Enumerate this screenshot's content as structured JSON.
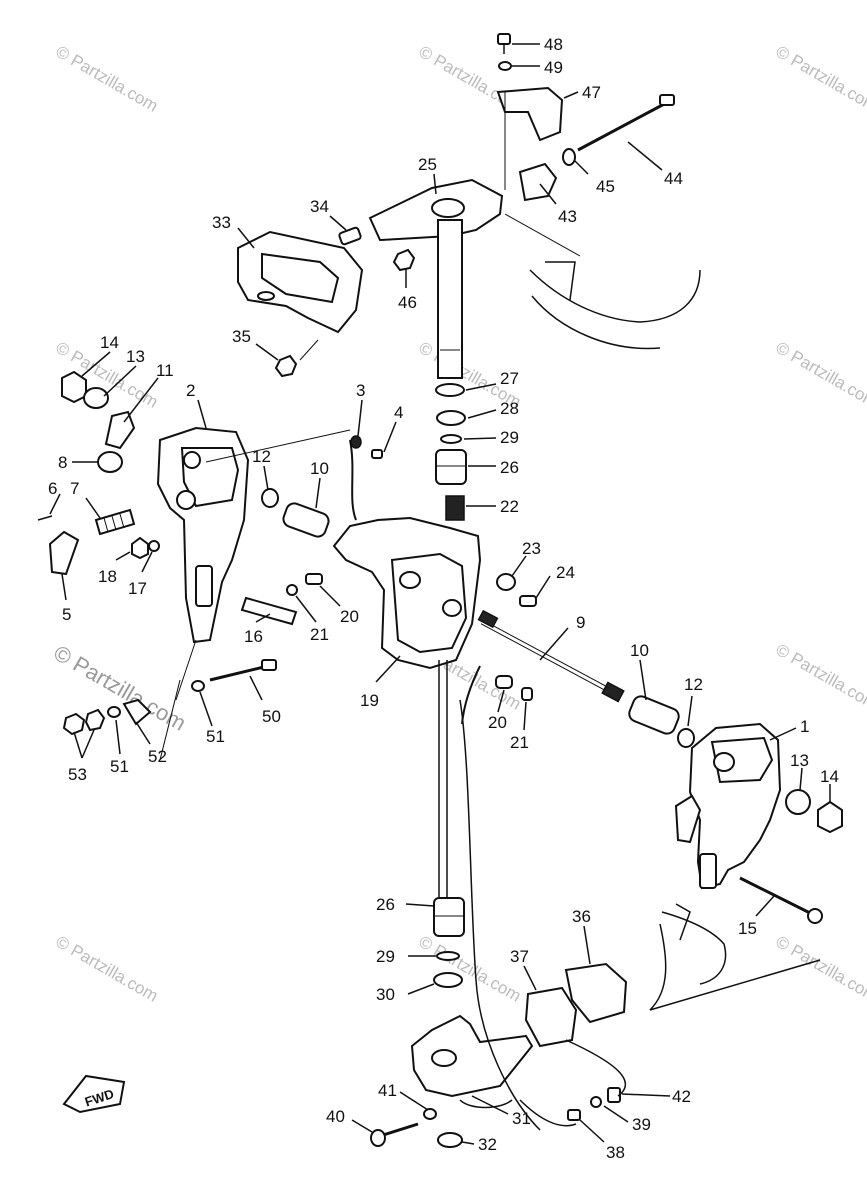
{
  "watermark": {
    "text": "© Partzilla.com",
    "color": "#bbbbbb"
  },
  "fwd_label": "FWD",
  "callouts": [
    {
      "id": "c48",
      "label": "48"
    },
    {
      "id": "c49",
      "label": "49"
    },
    {
      "id": "c47",
      "label": "47"
    },
    {
      "id": "c44",
      "label": "44"
    },
    {
      "id": "c45",
      "label": "45"
    },
    {
      "id": "c43",
      "label": "43"
    },
    {
      "id": "c25",
      "label": "25"
    },
    {
      "id": "c34",
      "label": "34"
    },
    {
      "id": "c33",
      "label": "33"
    },
    {
      "id": "c46",
      "label": "46"
    },
    {
      "id": "c35",
      "label": "35"
    },
    {
      "id": "c14a",
      "label": "14"
    },
    {
      "id": "c13a",
      "label": "13"
    },
    {
      "id": "c11",
      "label": "11"
    },
    {
      "id": "c2",
      "label": "2"
    },
    {
      "id": "c3",
      "label": "3"
    },
    {
      "id": "c4",
      "label": "4"
    },
    {
      "id": "c27",
      "label": "27"
    },
    {
      "id": "c28",
      "label": "28"
    },
    {
      "id": "c29a",
      "label": "29"
    },
    {
      "id": "c26a",
      "label": "26"
    },
    {
      "id": "c22",
      "label": "22"
    },
    {
      "id": "c8",
      "label": "8"
    },
    {
      "id": "c6",
      "label": "6"
    },
    {
      "id": "c7",
      "label": "7"
    },
    {
      "id": "c12a",
      "label": "12"
    },
    {
      "id": "c10a",
      "label": "10"
    },
    {
      "id": "c18",
      "label": "18"
    },
    {
      "id": "c17",
      "label": "17"
    },
    {
      "id": "c5",
      "label": "5"
    },
    {
      "id": "c23",
      "label": "23"
    },
    {
      "id": "c24",
      "label": "24"
    },
    {
      "id": "c20a",
      "label": "20"
    },
    {
      "id": "c21a",
      "label": "21"
    },
    {
      "id": "c16",
      "label": "16"
    },
    {
      "id": "c9",
      "label": "9"
    },
    {
      "id": "c10b",
      "label": "10"
    },
    {
      "id": "c12b",
      "label": "12"
    },
    {
      "id": "c19",
      "label": "19"
    },
    {
      "id": "c20b",
      "label": "20"
    },
    {
      "id": "c21b",
      "label": "21"
    },
    {
      "id": "c50",
      "label": "50"
    },
    {
      "id": "c51a",
      "label": "51"
    },
    {
      "id": "c53",
      "label": "53"
    },
    {
      "id": "c51b",
      "label": "51"
    },
    {
      "id": "c52",
      "label": "52"
    },
    {
      "id": "c1",
      "label": "1"
    },
    {
      "id": "c13b",
      "label": "13"
    },
    {
      "id": "c14b",
      "label": "14"
    },
    {
      "id": "c15",
      "label": "15"
    },
    {
      "id": "c26b",
      "label": "26"
    },
    {
      "id": "c36",
      "label": "36"
    },
    {
      "id": "c29b",
      "label": "29"
    },
    {
      "id": "c37",
      "label": "37"
    },
    {
      "id": "c30",
      "label": "30"
    },
    {
      "id": "c42",
      "label": "42"
    },
    {
      "id": "c41",
      "label": "41"
    },
    {
      "id": "c40",
      "label": "40"
    },
    {
      "id": "c39",
      "label": "39"
    },
    {
      "id": "c31",
      "label": "31"
    },
    {
      "id": "c32",
      "label": "32"
    },
    {
      "id": "c38",
      "label": "38"
    }
  ]
}
